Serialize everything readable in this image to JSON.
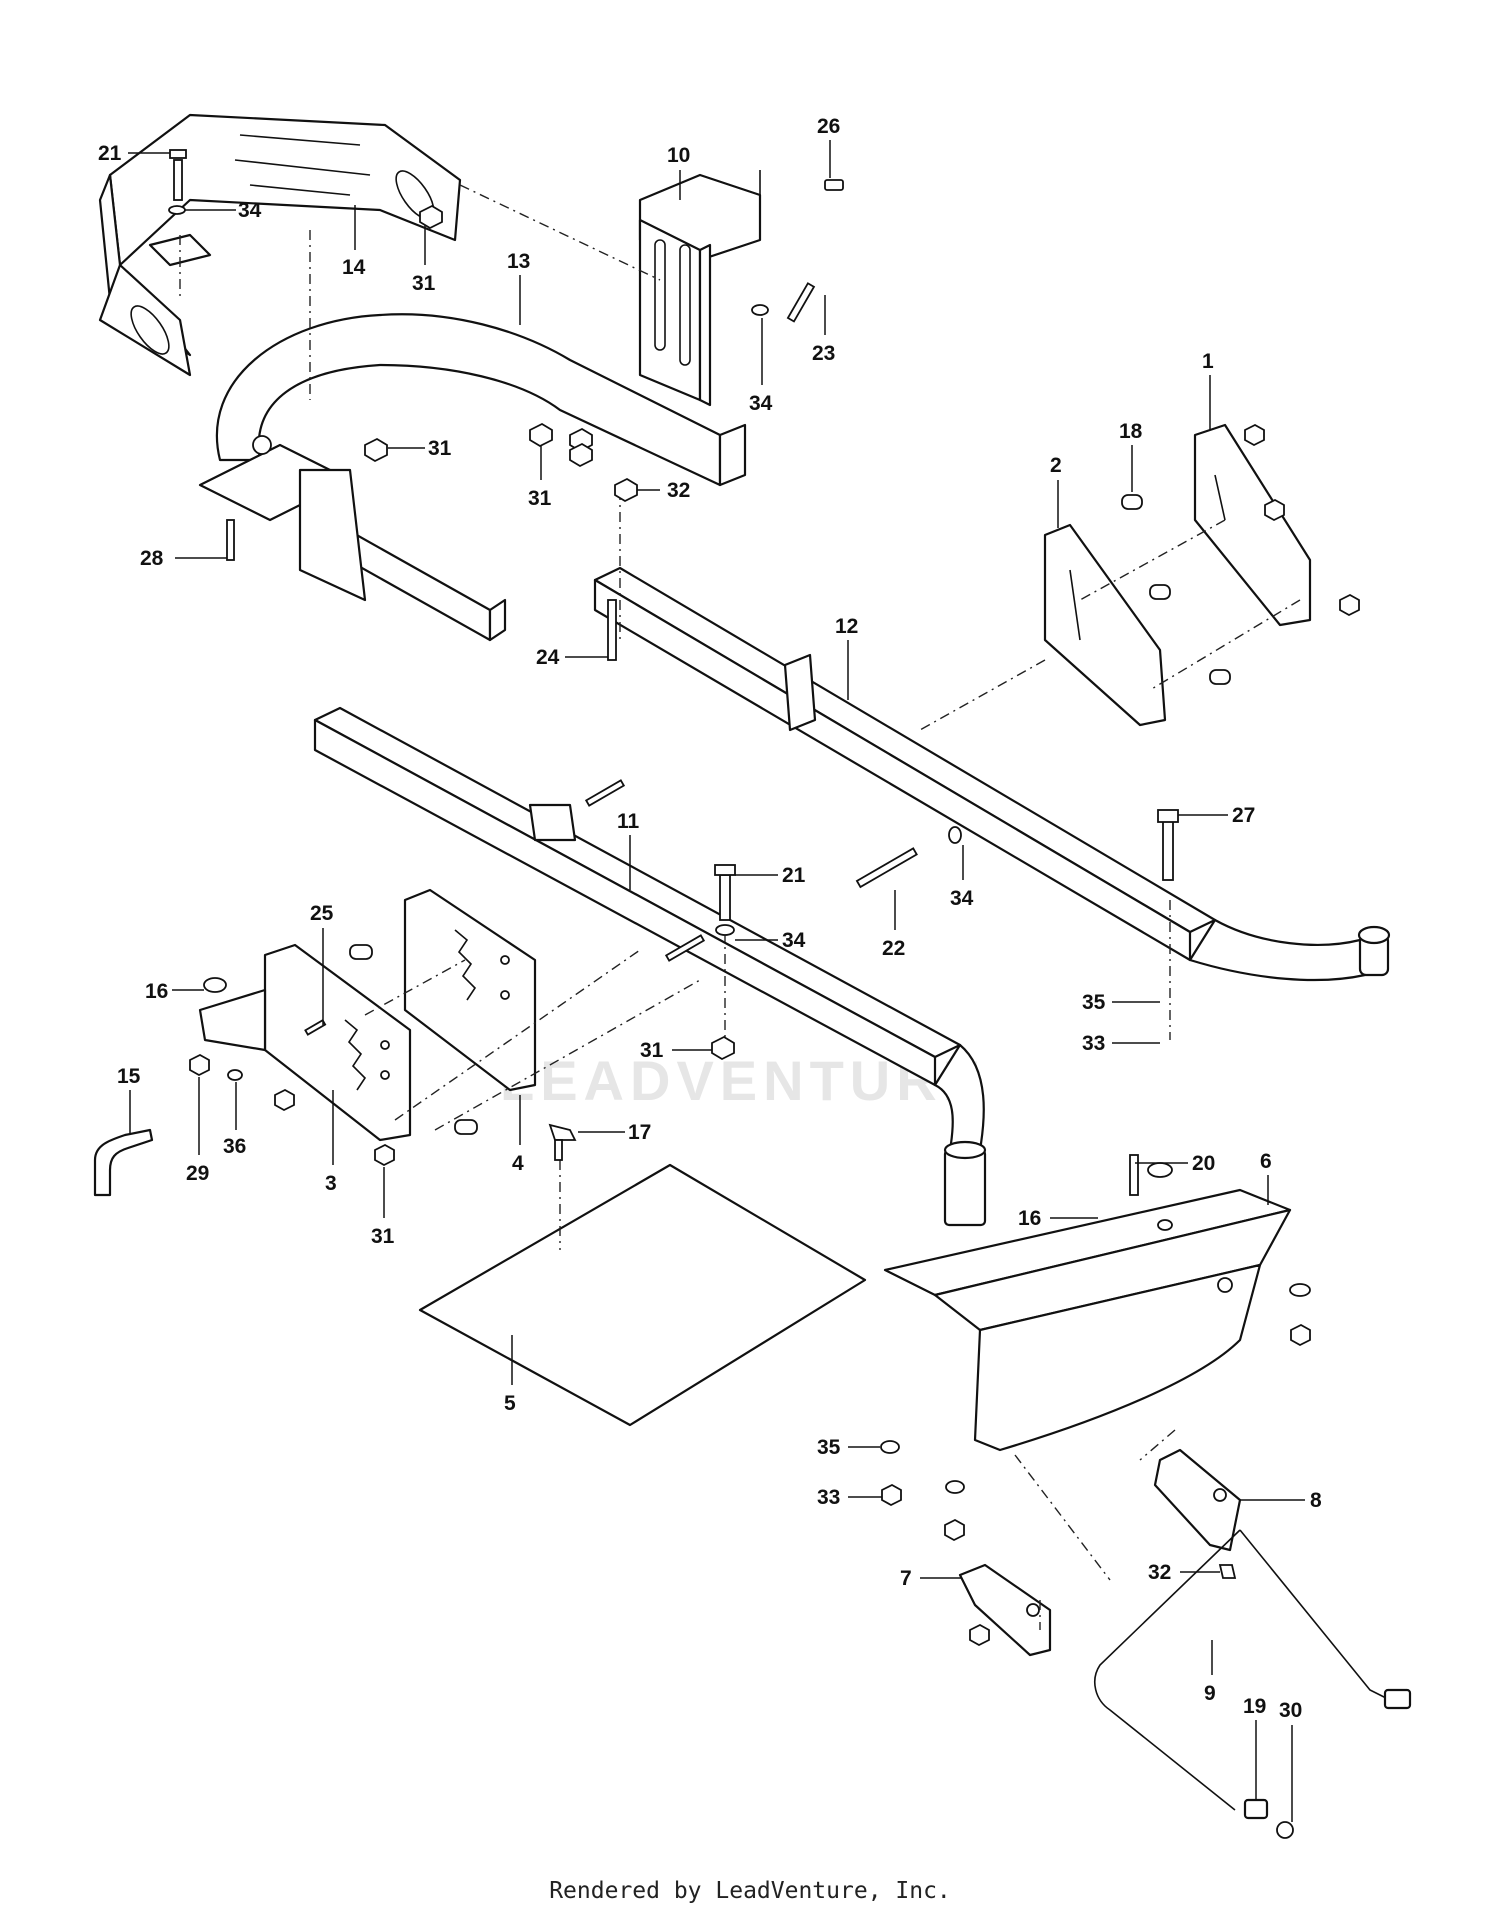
{
  "watermark": "LEADVENTURE",
  "credit": "Rendered by LeadVenture, Inc.",
  "callouts": [
    {
      "label": "21"
    },
    {
      "label": "34"
    },
    {
      "label": "14"
    },
    {
      "label": "31"
    },
    {
      "label": "10"
    },
    {
      "label": "26"
    },
    {
      "label": "13"
    },
    {
      "label": "23"
    },
    {
      "label": "34"
    },
    {
      "label": "31"
    },
    {
      "label": "31"
    },
    {
      "label": "32"
    },
    {
      "label": "28"
    },
    {
      "label": "1"
    },
    {
      "label": "18"
    },
    {
      "label": "2"
    },
    {
      "label": "24"
    },
    {
      "label": "12"
    },
    {
      "label": "11"
    },
    {
      "label": "27"
    },
    {
      "label": "21"
    },
    {
      "label": "34"
    },
    {
      "label": "34"
    },
    {
      "label": "22"
    },
    {
      "label": "25"
    },
    {
      "label": "16"
    },
    {
      "label": "35"
    },
    {
      "label": "33"
    },
    {
      "label": "31"
    },
    {
      "label": "15"
    },
    {
      "label": "36"
    },
    {
      "label": "29"
    },
    {
      "label": "3"
    },
    {
      "label": "4"
    },
    {
      "label": "17"
    },
    {
      "label": "31"
    },
    {
      "label": "20"
    },
    {
      "label": "6"
    },
    {
      "label": "16"
    },
    {
      "label": "5"
    },
    {
      "label": "35"
    },
    {
      "label": "33"
    },
    {
      "label": "8"
    },
    {
      "label": "32"
    },
    {
      "label": "7"
    },
    {
      "label": "9"
    },
    {
      "label": "19"
    },
    {
      "label": "30"
    }
  ]
}
